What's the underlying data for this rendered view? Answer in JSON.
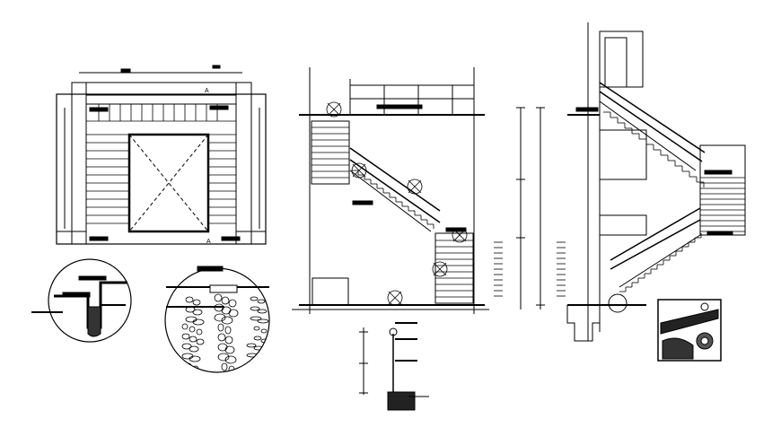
{
  "drawing": {
    "background": "#ffffff",
    "line_color": "#000000",
    "views": [
      {
        "id": "stair-plan"
      },
      {
        "id": "detail-circle-left"
      },
      {
        "id": "detail-circle-right"
      },
      {
        "id": "stair-section"
      },
      {
        "id": "railing-detail"
      },
      {
        "id": "stair-elevation"
      },
      {
        "id": "hatched-detail-box"
      }
    ]
  }
}
